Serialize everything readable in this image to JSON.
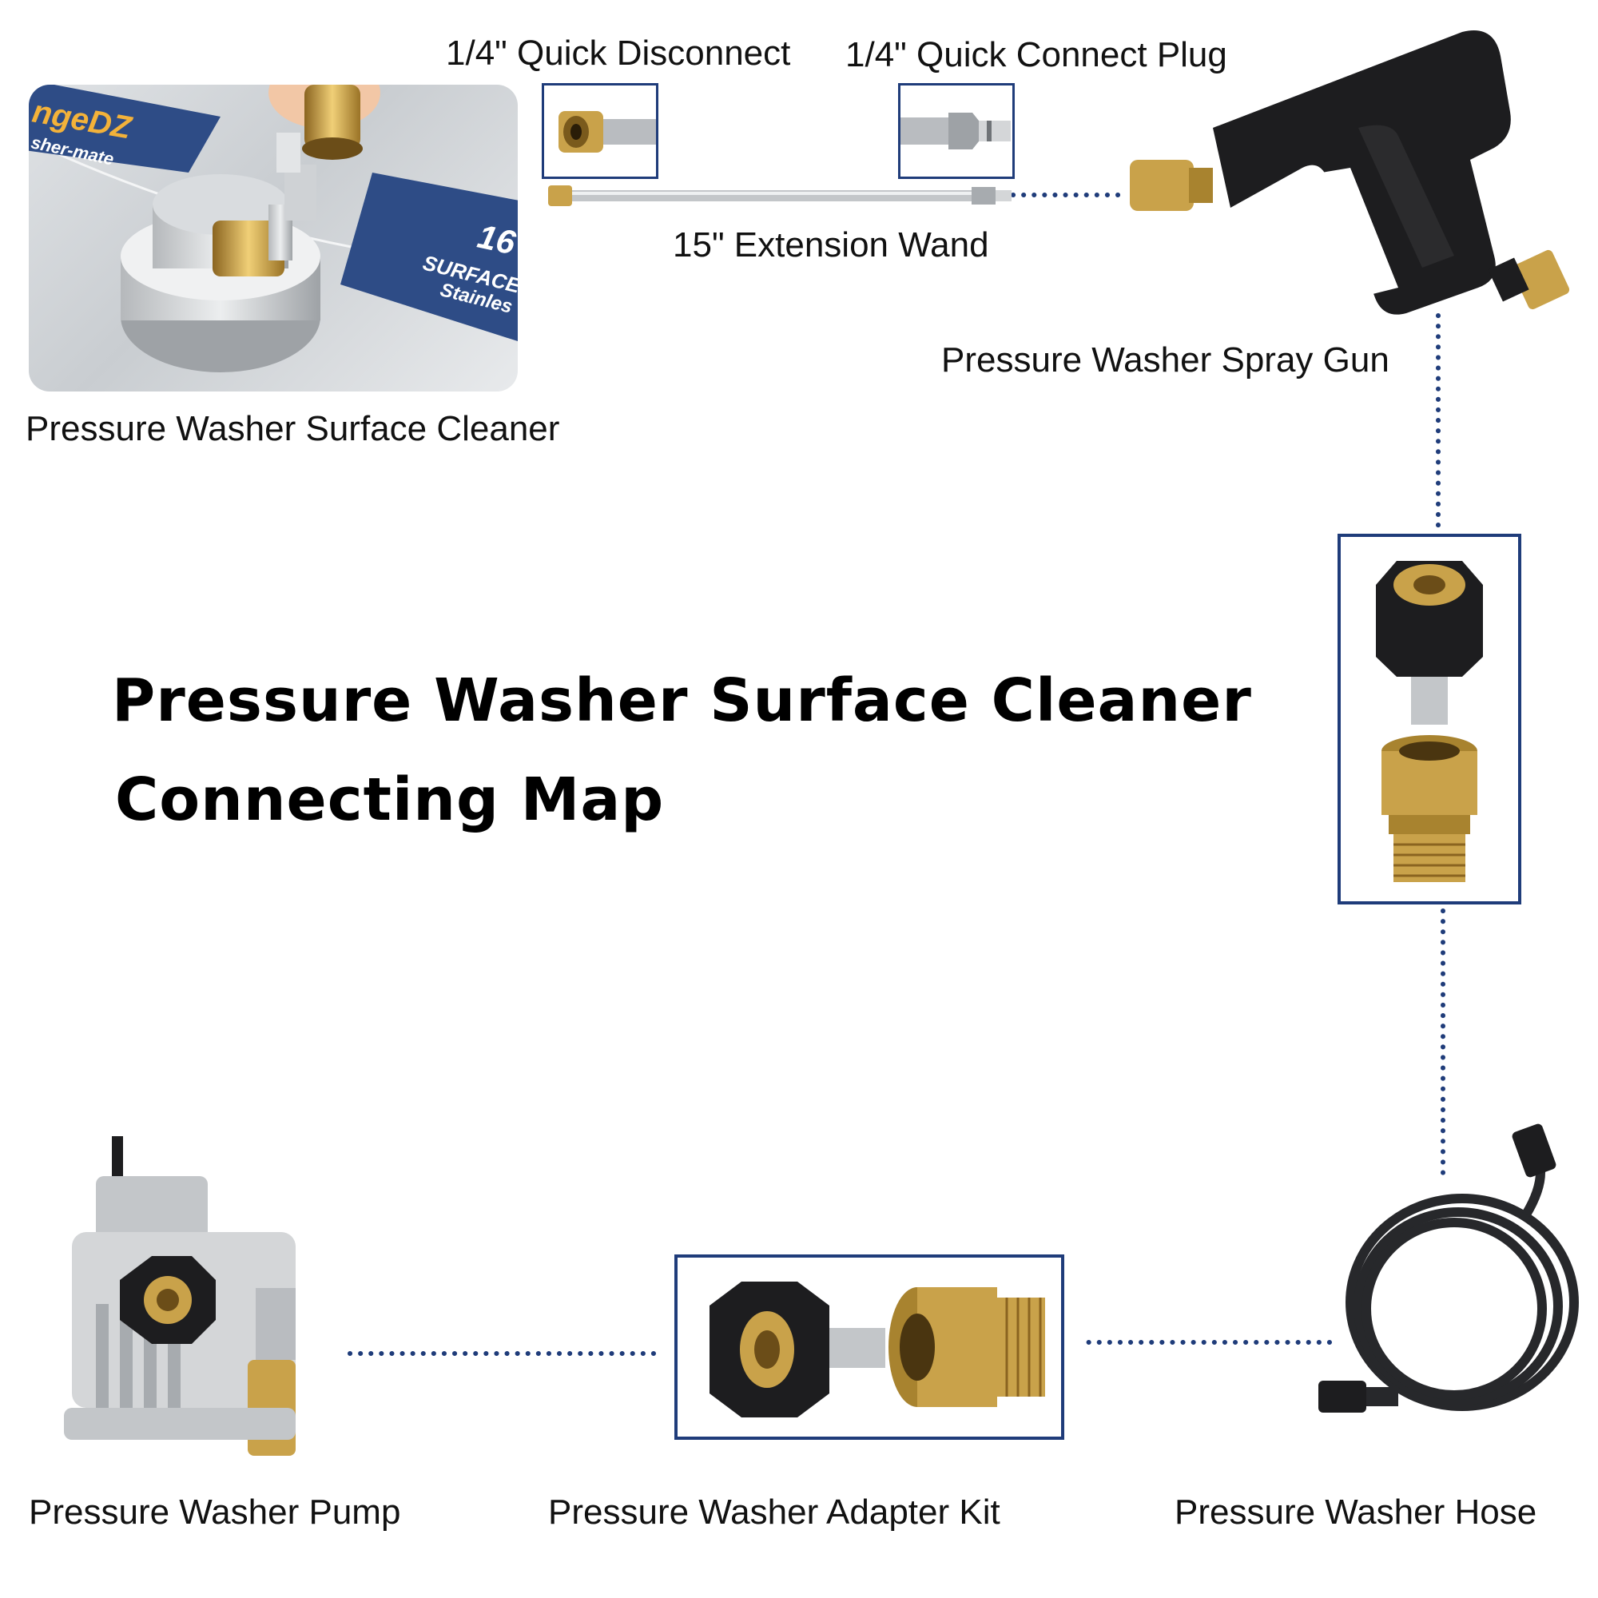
{
  "title": {
    "line1": "Pressure Washer Surface Cleaner",
    "line2": "Connecting Map"
  },
  "labels": {
    "quick_disconnect": "1/4\" Quick Disconnect",
    "quick_connect_plug": "1/4\" Quick Connect Plug",
    "extension_wand": "15\" Extension Wand",
    "spray_gun": "Pressure Washer Spray Gun",
    "surface_cleaner": "Pressure Washer Surface Cleaner",
    "pump": "Pressure Washer Pump",
    "adapter_kit": "Pressure Washer Adapter Kit",
    "hose": "Pressure Washer Hose"
  },
  "photo_text": {
    "brand": "ngeDZ",
    "brand_sub": "sher-mate",
    "plate_number": "16",
    "plate_line1": "SURFACE",
    "plate_line2": "Stainles"
  },
  "colors": {
    "frame_blue": "#1f3c7a",
    "connector_blue": "#1f3c7a",
    "brass": "#c9a24a",
    "steel": "#b9bcc0",
    "black_rubber": "#1d1d1f"
  }
}
